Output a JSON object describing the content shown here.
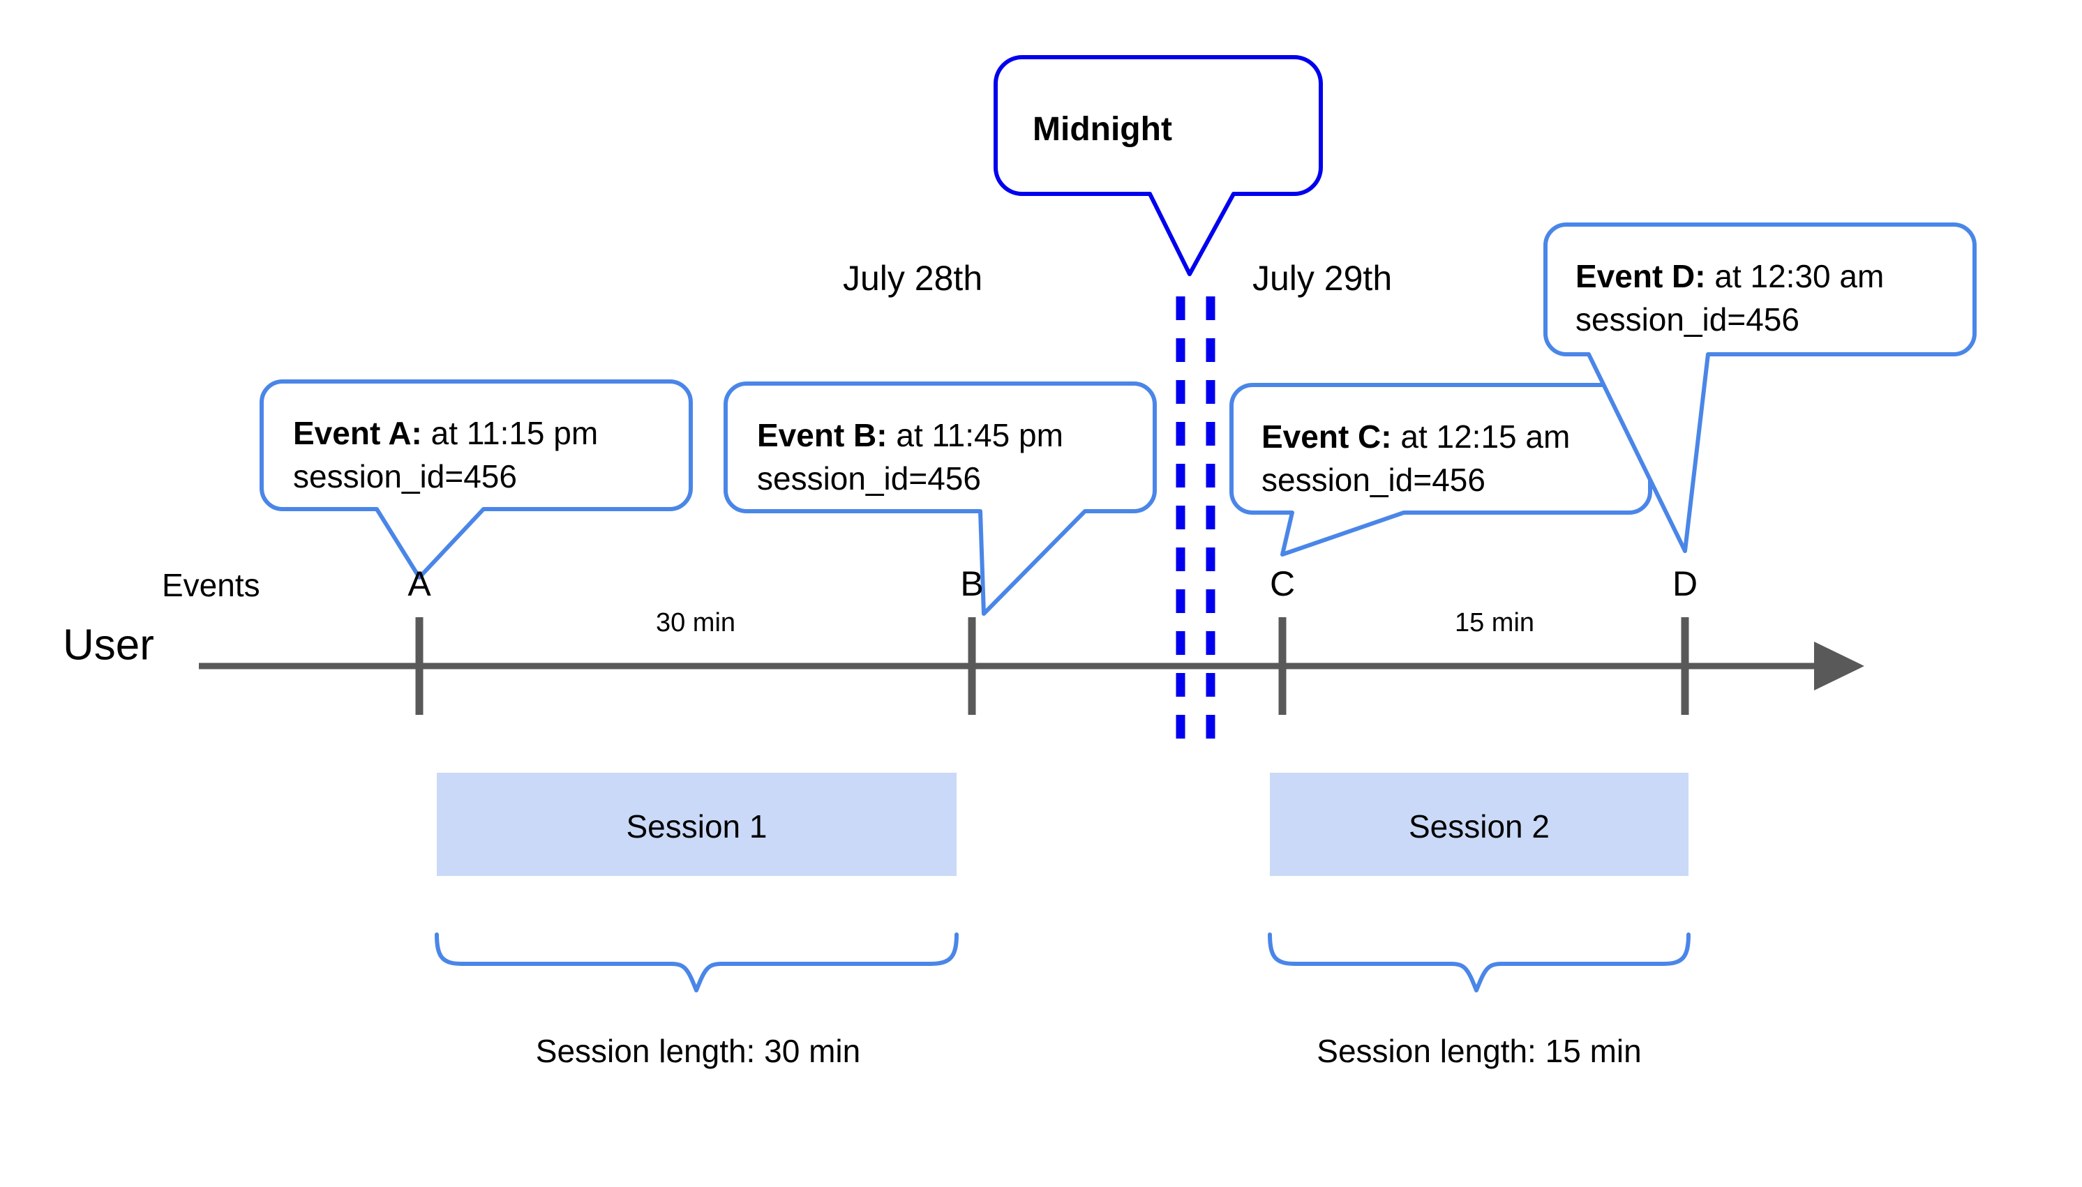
{
  "diagram": {
    "title_callout": {
      "label": "Midnight"
    },
    "axis": {
      "row_label_events": "Events",
      "row_label_user": "User",
      "arrow_direction": "right"
    },
    "dates": [
      {
        "label": "July 28th"
      },
      {
        "label": "July 29th"
      }
    ],
    "ticks": [
      {
        "letter": "A"
      },
      {
        "letter": "B"
      },
      {
        "letter": "C"
      },
      {
        "letter": "D"
      }
    ],
    "durations": [
      {
        "label": "30 min"
      },
      {
        "label": "15 min"
      }
    ],
    "events": [
      {
        "name": "Event A:",
        "time": " at 11:15 pm",
        "session": "session_id=456"
      },
      {
        "name": "Event B:",
        "time": " at 11:45 pm",
        "session": "session_id=456"
      },
      {
        "name": "Event C:",
        "time": " at 12:15 am",
        "session": "session_id=456"
      },
      {
        "name": "Event D:",
        "time": " at 12:30 am",
        "session": "session_id=456"
      }
    ],
    "sessions": [
      {
        "label": "Session 1",
        "length_label": "Session length: 30 min"
      },
      {
        "label": "Session 2",
        "length_label": "Session length: 15 min"
      }
    ],
    "colors": {
      "callout_border": "#4a86e8",
      "midnight_border": "#0000ee",
      "midnight_dashes": "#0000ee",
      "session_fill": "#c9d9f7",
      "brace": "#4a86e8",
      "axis": "#595959",
      "text": "#000000",
      "background": "#ffffff"
    }
  }
}
